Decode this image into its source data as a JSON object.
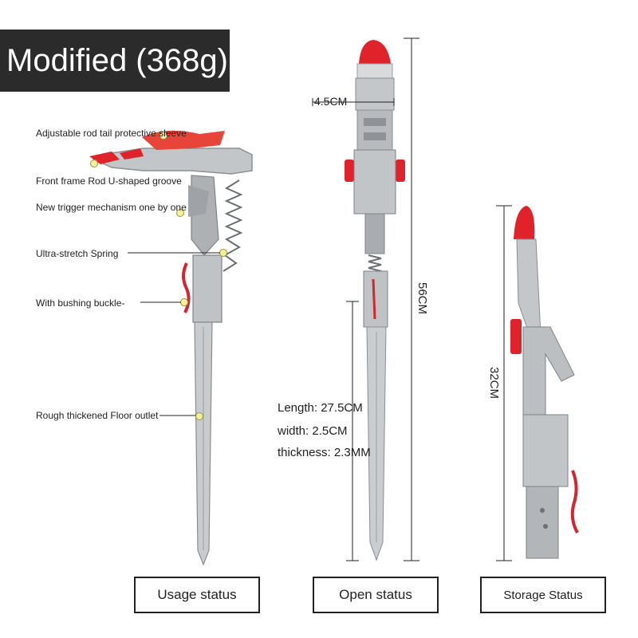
{
  "banner": {
    "title": "Modified (368g)"
  },
  "callouts": [
    "Adjustable rod tail protective sleeve",
    "Front frame Rod U-shaped groove",
    "New trigger mechanism one by one",
    "Ultra-stretch Spring",
    "With bushing buckle-",
    "Rough thickened Floor outlet"
  ],
  "dimensions": {
    "width_top": "4.5CM",
    "open_length": "56CM",
    "storage_length": "32CM"
  },
  "specs": {
    "length": "Length: 27.5CM",
    "width": "width: 2.5CM",
    "thickness": "thickness: 2.3MM"
  },
  "status_labels": {
    "usage": "Usage status",
    "open": "Open status",
    "storage": "Storage Status"
  },
  "colors": {
    "accent_red": "#e0232b",
    "steel": "#b9bcbf",
    "banner_bg": "#2b2b2b",
    "callout_dot": "#f3ef9a"
  }
}
